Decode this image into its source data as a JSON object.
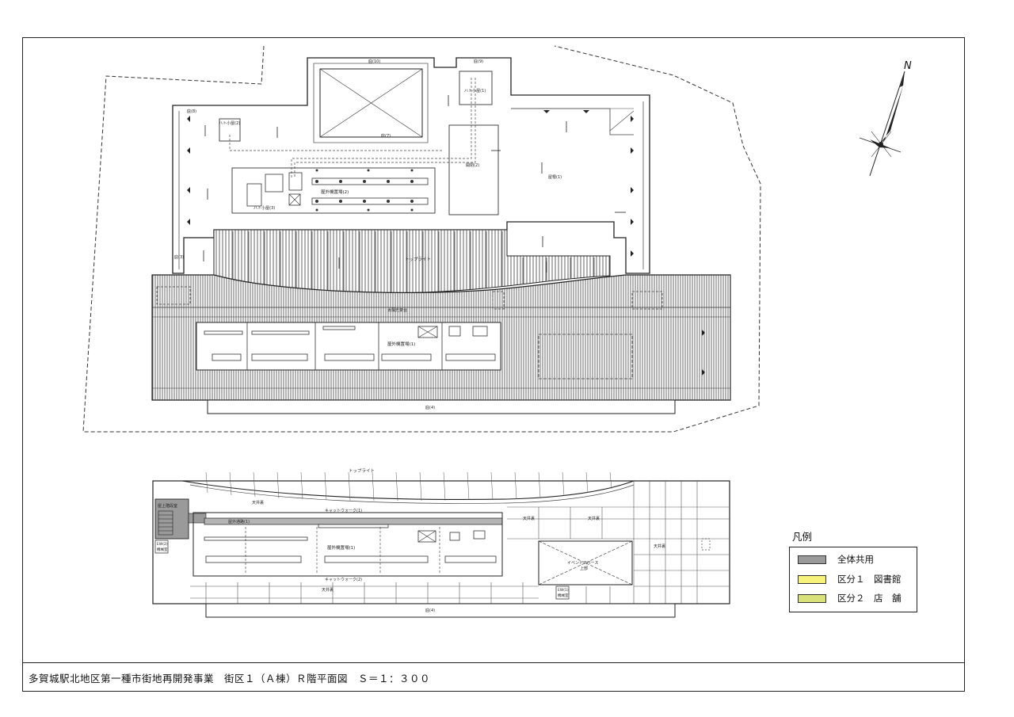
{
  "sheet": {
    "title": "多賀城駅北地区第一種市街地再開発事業　街区１（Ａ棟）Ｒ階平面図　Ｓ＝１：３００"
  },
  "north_arrow": {
    "label": "N"
  },
  "legend": {
    "title": "凡例",
    "items": [
      {
        "label": "全体共用",
        "color": "#9a9a9a"
      },
      {
        "label": "区分１　図書館",
        "color": "#f6f27a"
      },
      {
        "label": "区分２　店　舗",
        "color": "#d9e27a"
      }
    ]
  },
  "upper_plan": {
    "labels": {
      "top_light": "トップライト",
      "outdoor_equip_1": "屋外機置場(1)",
      "outdoor_equip_2": "屋外機置場(2)",
      "hatch_1": "ハト小屋(1)",
      "hatch_2": "ハト小屋(2)",
      "hatch_3": "ハト小屋(3)",
      "roof_1": "屋根(1)",
      "eave_4": "庇(4)",
      "eave_7": "庇(7)",
      "eave_10": "庇(10)",
      "eave_8": "庇(8)",
      "eave_9": "庇(9)",
      "eave_3": "庇(3)",
      "duct_2": "開閉(2)",
      "solar": "太陽光架台"
    }
  },
  "lower_plan": {
    "labels": {
      "top_light": "トップライト",
      "roof_stair": "屋上階段室",
      "catwalk_1": "キャットウォーク(1)",
      "catwalk_2": "キャットウォーク(2)",
      "outdoor_equip_1": "屋外機置場(1)",
      "outdoor_pass_1": "屋外通路(1)",
      "ceiling_a": "天井裏",
      "ceiling_b": "天井裏",
      "ceiling_c": "天井裏",
      "ceiling_d": "天井裏",
      "ceiling_e": "天井裏",
      "event_space": "イベントスペース",
      "event_space_sub": "上部",
      "mech_room_1": "機械室",
      "mech_room_2": "機械室",
      "ew_1": "EW(2)",
      "ew_2": "EW(1)",
      "eave_4": "庇(4)"
    }
  }
}
